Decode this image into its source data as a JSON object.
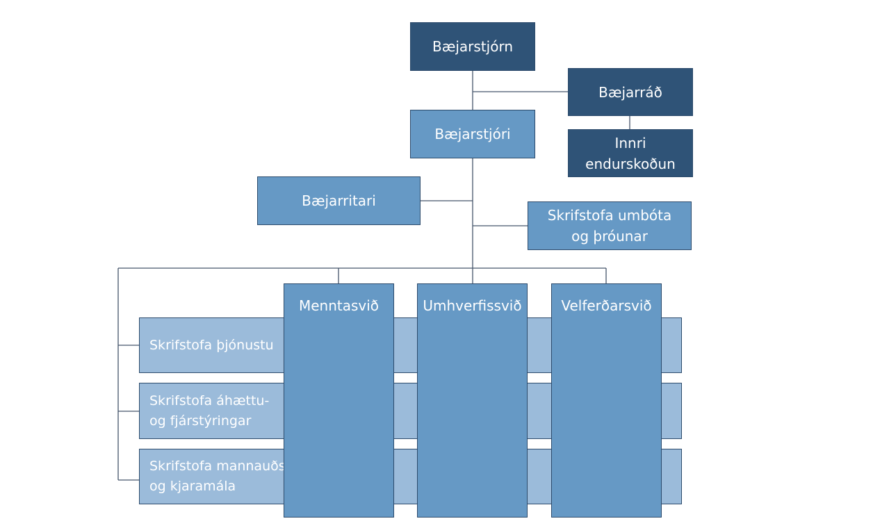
{
  "chart_data": {
    "type": "org-chart",
    "nodes": {
      "council": {
        "lines": [
          "Bæjarstjórn"
        ]
      },
      "executive_board": {
        "lines": [
          "Bæjarráð"
        ]
      },
      "internal_audit": {
        "lines": [
          "Innri",
          "endurskoðun"
        ]
      },
      "mayor": {
        "lines": [
          "Bæjarstjóri"
        ]
      },
      "town_secretary": {
        "lines": [
          "Bæjarritari"
        ]
      },
      "improvement_office": {
        "lines": [
          "Skrifstofa umbóta",
          "og þróunar"
        ]
      },
      "education_division": {
        "lines": [
          "Menntasvið"
        ]
      },
      "environment_division": {
        "lines": [
          "Umhverfissvið"
        ]
      },
      "welfare_division": {
        "lines": [
          "Velferðarsvið"
        ]
      },
      "service_office": {
        "lines": [
          "Skrifstofa þjónustu"
        ]
      },
      "risk_finance_office": {
        "lines": [
          "Skrifstofa áhættu-",
          "og fjárstýringar"
        ]
      },
      "hr_office": {
        "lines": [
          "Skrifstofa mannauðs-",
          "og kjaramála"
        ]
      }
    },
    "edges": [
      [
        "council",
        "mayor"
      ],
      [
        "council",
        "executive_board"
      ],
      [
        "executive_board",
        "internal_audit"
      ],
      [
        "mayor",
        "town_secretary"
      ],
      [
        "mayor",
        "improvement_office"
      ],
      [
        "mayor",
        "education_division"
      ],
      [
        "mayor",
        "environment_division"
      ],
      [
        "mayor",
        "welfare_division"
      ],
      [
        "mayor",
        "service_office"
      ],
      [
        "mayor",
        "risk_finance_office"
      ],
      [
        "mayor",
        "hr_office"
      ]
    ]
  },
  "colors": {
    "dark": "#2f5377",
    "mid": "#6699c5",
    "light": "#9bbbda",
    "line": "#44546a",
    "border": "#2c4a6b"
  }
}
